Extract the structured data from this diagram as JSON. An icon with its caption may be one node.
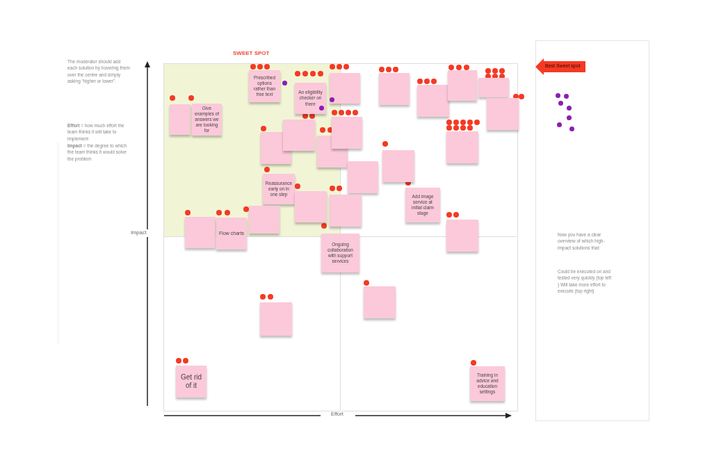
{
  "diagram": {
    "nodes": [
      {
        "text": [],
        "shape": "box"
      },
      {
        "text": [
          "Give examples of answers we are looking for"
        ]
      },
      {
        "text": [
          "Prescribed options rather than free text"
        ]
      },
      {
        "text": [
          "An eligibility checker on there"
        ]
      },
      {
        "text": [],
        "shape": "box"
      },
      {
        "text": [],
        "shape": "box"
      },
      {
        "text": [],
        "shape": "box"
      },
      {
        "text": [],
        "shape": "box"
      },
      {
        "text": [],
        "shape": "box"
      },
      {
        "text": [],
        "shape": "box"
      },
      {
        "text": [],
        "shape": "box"
      },
      {
        "text": [],
        "shape": "box"
      },
      {
        "text": [],
        "shape": "box"
      },
      {
        "text": [],
        "shape": "box"
      },
      {
        "text": [],
        "shape": "box"
      },
      {
        "text": [],
        "shape": "box"
      },
      {
        "text": [],
        "shape": "box"
      },
      {
        "text": [
          "Add image service at initial claim stage"
        ]
      },
      {
        "text": [
          "Reassurance early on in one step"
        ]
      },
      {
        "text": [],
        "shape": "box"
      },
      {
        "text": [],
        "shape": "box"
      },
      {
        "text": [],
        "shape": "box"
      },
      {
        "text": [],
        "shape": "box"
      },
      {
        "text": [
          "Flow charts"
        ]
      },
      {
        "text": [
          "Ongoing collaboration with support services"
        ]
      },
      {
        "text": [],
        "shape": "box"
      },
      {
        "text": [],
        "shape": "box"
      },
      {
        "text": [],
        "shape": "box"
      },
      {
        "text": [
          "Get rid of it"
        ]
      },
      {
        "text": [
          "Training in advice and education settings"
        ]
      },
      {
        "text": [
          "Best Sweet spot"
        ]
      }
    ],
    "labels": [
      "The moderator should add each solution by hovering them over the centre and simply asking “higher or lower”.",
      "**Effort** = how much effort the team thinks it will take to implement",
      "**Impact** = the degree to which the team thinks it would solve the problem",
      "SWEET SPOT",
      "Impact",
      "Effort",
      "Now you have a clear overview of which high-impact solutions that:",
      "Could be executed on and tested very quickly (top left ) Will take more effort to execute (top right)"
    ]
  }
}
